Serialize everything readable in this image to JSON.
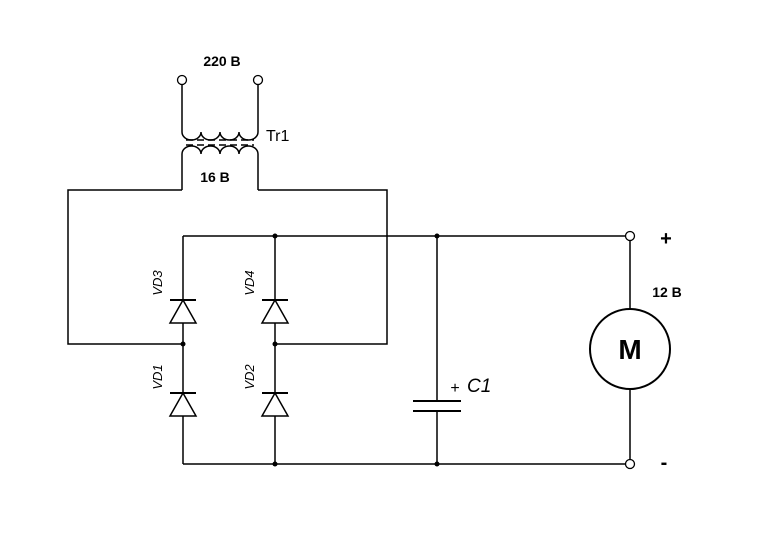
{
  "labels": {
    "input_voltage": "220 В",
    "transformer": "Tr1",
    "secondary_voltage": "16 В",
    "output_voltage": "12 В",
    "plus_sign": "+",
    "minus_sign": "-",
    "capacitor_polarity": "+",
    "capacitor": "C1",
    "motor": "M",
    "diodes": {
      "vd1": "VD1",
      "vd2": "VD2",
      "vd3": "VD3",
      "vd4": "VD4"
    }
  }
}
